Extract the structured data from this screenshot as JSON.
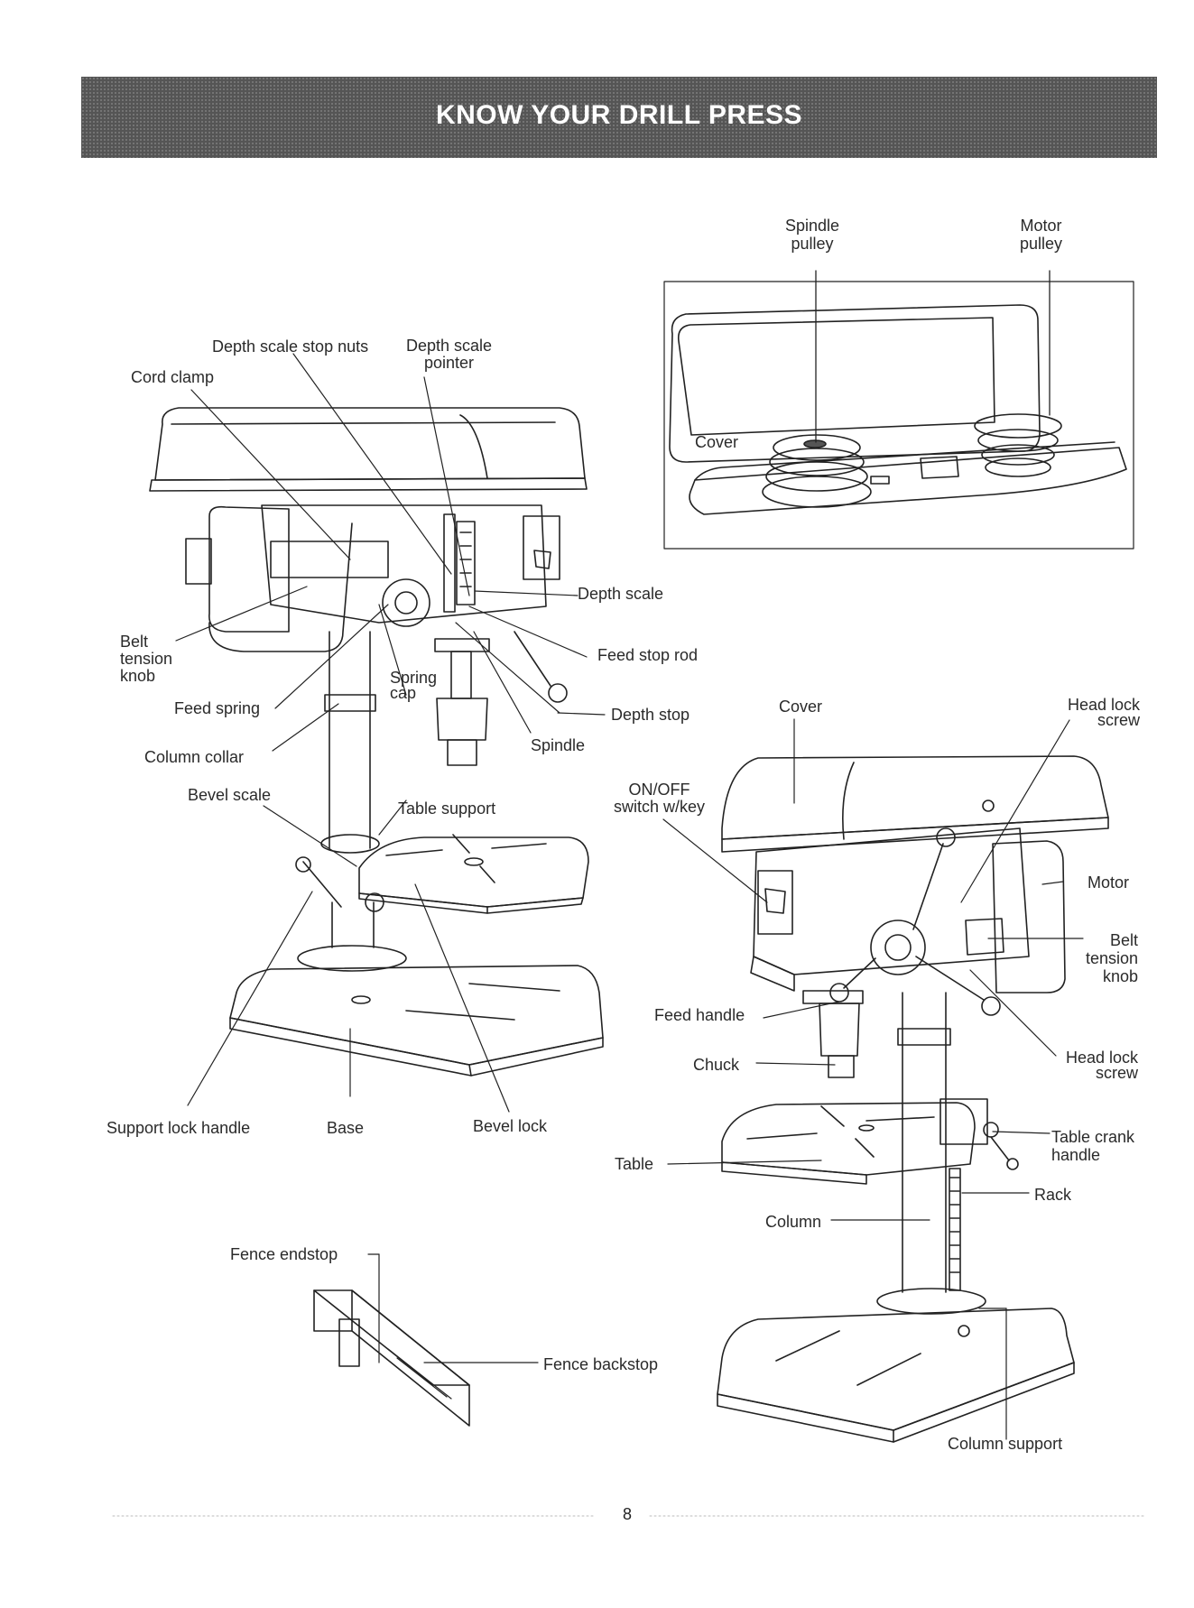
{
  "banner": {
    "title": "KNOW YOUR DRILL PRESS"
  },
  "labels": {
    "spindle_pulley": "Spindle\npulley",
    "motor_pulley": "Motor\npulley",
    "cover_top": "Cover",
    "depth_scale_stop_nuts": "Depth scale stop nuts",
    "depth_scale_pointer": "Depth scale\npointer",
    "cord_clamp": "Cord clamp",
    "depth_scale": "Depth scale",
    "feed_stop_rod": "Feed stop rod",
    "depth_stop": "Depth stop",
    "belt_tension_knob_left": "Belt\ntension\nknob",
    "spring_cap": "Spring\ncap",
    "feed_spring": "Feed spring",
    "column_collar": "Column collar",
    "spindle": "Spindle",
    "bevel_scale": "Bevel scale",
    "table_support": "Table support",
    "support_lock_handle": "Support lock handle",
    "base": "Base",
    "bevel_lock": "Bevel lock",
    "cover_right": "Cover",
    "head_lock_screw_top": "Head lock\nscrew",
    "on_off_switch": "ON/OFF\nswitch w/key",
    "motor": "Motor",
    "belt_tension_knob_right": "Belt\ntension\nknob",
    "feed_handle": "Feed handle",
    "head_lock_screw_bottom": "Head lock\nscrew",
    "chuck": "Chuck",
    "table_crank_handle": "Table crank\nhandle",
    "table": "Table",
    "rack": "Rack",
    "column": "Column",
    "fence_endstop": "Fence endstop",
    "fence_backstop": "Fence backstop",
    "column_support": "Column support"
  },
  "page_number": "8"
}
